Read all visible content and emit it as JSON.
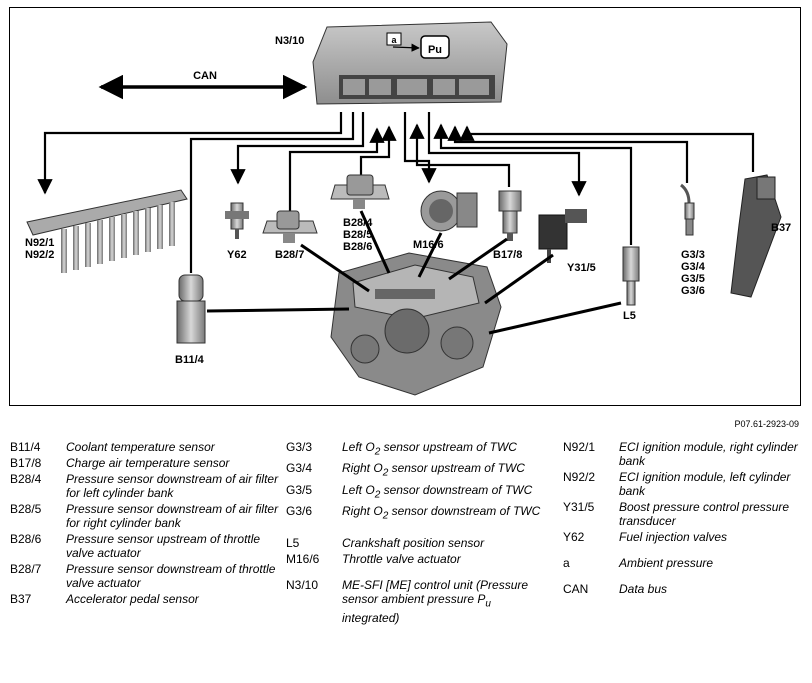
{
  "diagram": {
    "labels": {
      "control_unit": "N3/10",
      "pressure": "Pu",
      "ambient": "a",
      "can": "CAN",
      "ignition": [
        "N92/1",
        "N92/2"
      ],
      "injector": "Y62",
      "coolant": "B11/4",
      "press_after_throttle": "B28/7",
      "press_sensors": [
        "B28/4",
        "B28/5",
        "B28/6"
      ],
      "throttle": "M16/6",
      "charge_air": "B17/8",
      "boost_valve": "Y31/5",
      "crank": "L5",
      "o2": [
        "G3/3",
        "G3/4",
        "G3/5",
        "G3/6"
      ],
      "pedal": "B37"
    },
    "figure_code": "P07.61-2923-09"
  },
  "legend": {
    "col1": [
      {
        "code": "B11/4",
        "desc": "Coolant temperature sensor"
      },
      {
        "code": "B17/8",
        "desc": "Charge air temperature sensor"
      },
      {
        "code": "B28/4",
        "desc": "Pressure sensor downstream of air filter for left cylinder bank"
      },
      {
        "code": "B28/5",
        "desc": "Pressure sensor downstream of air filter for right cylinder bank"
      },
      {
        "code": "B28/6",
        "desc": "Pressure sensor upstream of throttle valve actuator"
      },
      {
        "code": "B28/7",
        "desc": "Pressure sensor downstream of throttle valve actuator"
      },
      {
        "code": "B37",
        "desc": "Accelerator pedal sensor"
      }
    ],
    "col2": [
      {
        "code": "G3/3",
        "desc_pre": "Left O",
        "desc_sub": "2",
        "desc_post": " sensor upstream of TWC"
      },
      {
        "code": "G3/4",
        "desc_pre": "Right O",
        "desc_sub": "2",
        "desc_post": " sensor upstream of TWC"
      },
      {
        "code": "G3/5",
        "desc_pre": "Left O",
        "desc_sub": "2",
        "desc_post": " sensor downstream of TWC"
      },
      {
        "code": "G3/6",
        "desc_pre": "Right O",
        "desc_sub": "2",
        "desc_post": " sensor downstream of TWC"
      },
      {
        "code": "L5",
        "desc": "Crankshaft position sensor"
      },
      {
        "code": "M16/6",
        "desc": "Throttle valve actuator"
      },
      {
        "code": "N3/10",
        "desc_pre": "ME-SFI [ME] control unit (Pressure sensor ambient pressure P",
        "desc_sub": "u",
        "desc_post": " integrated)"
      }
    ],
    "col3": [
      {
        "code": "N92/1",
        "desc": "ECI ignition module, right cylinder bank"
      },
      {
        "code": "N92/2",
        "desc": "ECI ignition module, left cylinder bank"
      },
      {
        "code": "Y31/5",
        "desc": "Boost pressure control pressure transducer"
      },
      {
        "code": "Y62",
        "desc": "Fuel injection valves"
      },
      {
        "code": "a",
        "desc": "Ambient pressure"
      },
      {
        "code": "CAN",
        "desc": "Data bus"
      }
    ]
  }
}
